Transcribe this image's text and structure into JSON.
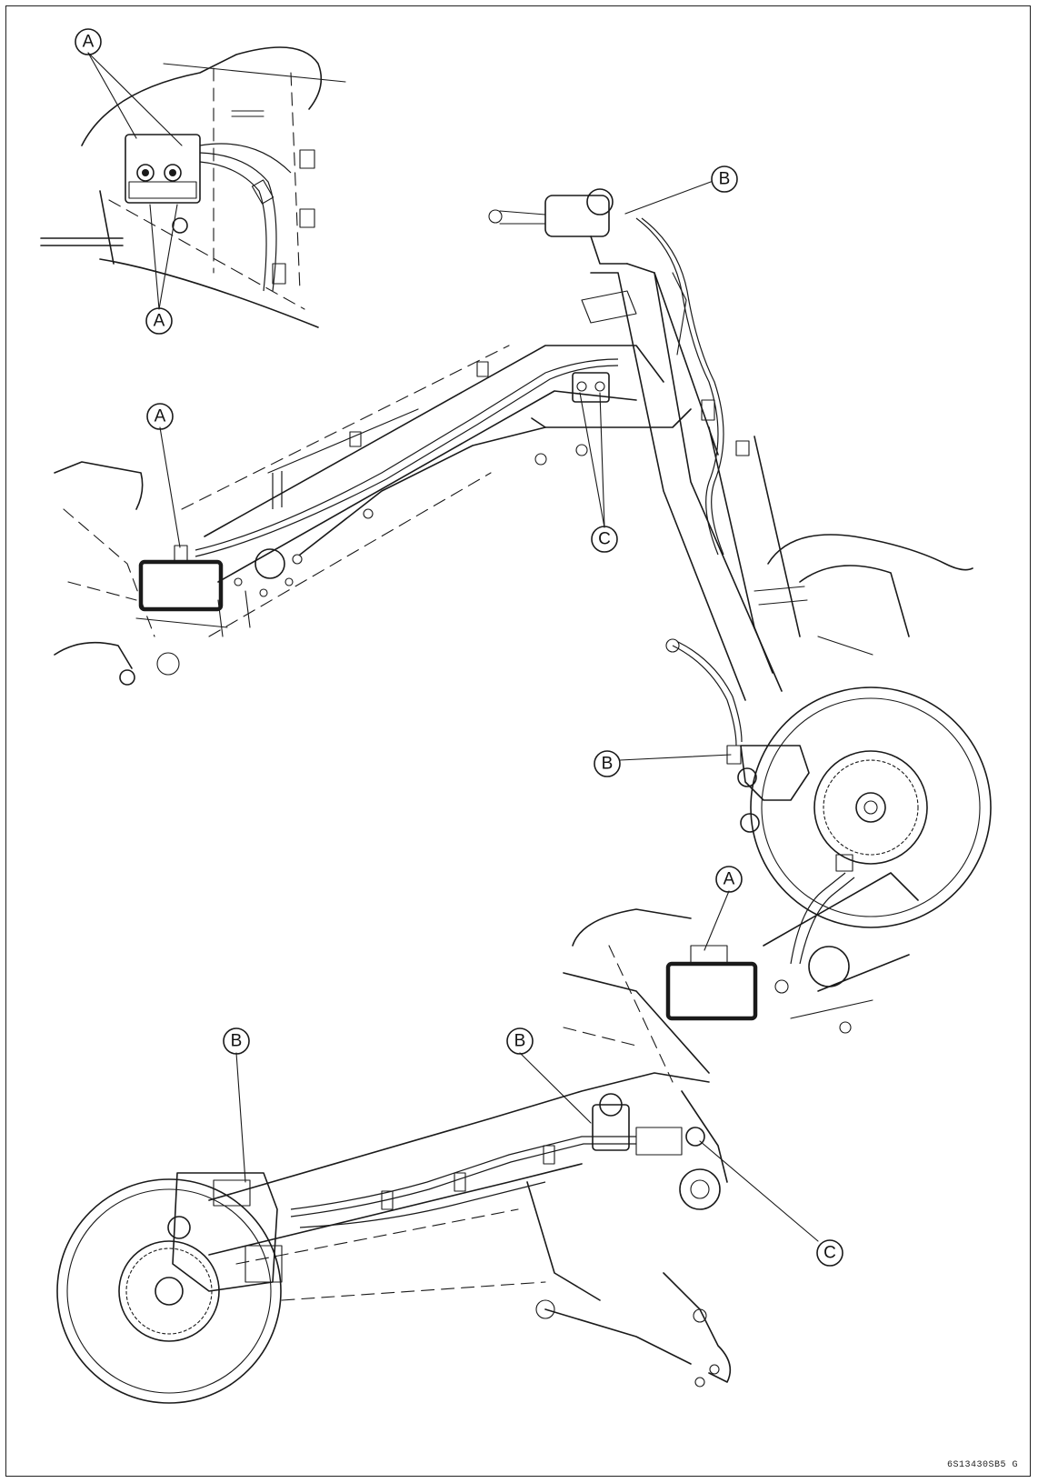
{
  "labels": {
    "A": "A",
    "B": "B",
    "C": "C"
  },
  "figure_code": "6S13430SB5 G",
  "colors": {
    "ink": "#1a1a1a",
    "background": "#ffffff"
  }
}
